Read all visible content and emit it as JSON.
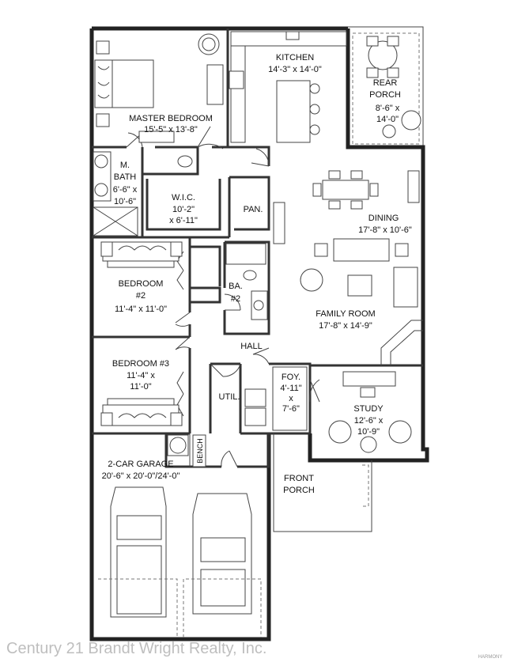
{
  "rooms": [
    {
      "name": "KITCHEN",
      "dims": "14'-3\" x 14'-0\""
    },
    {
      "name": "REAR",
      "name2": "PORCH",
      "dims": "8'-6\" x",
      "dims2": "14'-0\""
    },
    {
      "name": "MASTER BEDROOM",
      "dims": "15'-5\" x 13'-8\""
    },
    {
      "name": "M.",
      "name2": "BATH",
      "dims": "6'-6\" x",
      "dims2": "10'-6\""
    },
    {
      "name": "W.I.C.",
      "dims": "10'-2\"",
      "dims2": "x 6'-11\""
    },
    {
      "name": "PAN."
    },
    {
      "name": "DINING",
      "dims": "17'-8\" x 10'-6\""
    },
    {
      "name": "BEDROOM",
      "name2": "#2",
      "dims": "11'-4\" x 11'-0\""
    },
    {
      "name": "BA.",
      "name2": "#2"
    },
    {
      "name": "FAMILY ROOM",
      "dims": "17'-8\" x 14'-9\""
    },
    {
      "name": "HALL"
    },
    {
      "name": "BEDROOM #3",
      "dims": "11'-4\" x",
      "dims2": "11'-0\""
    },
    {
      "name": "UTIL."
    },
    {
      "name": "FOY.",
      "dims": "4'-11\"",
      "dims2": "x",
      "dims3": "7'-6\""
    },
    {
      "name": "STUDY",
      "dims": "12'-6\" x",
      "dims2": "10'-9\""
    },
    {
      "name": "2-CAR GARAGE",
      "dims": "20'-6\" x 20'-0\"/24'-0\""
    },
    {
      "name": "BENCH"
    },
    {
      "name": "FRONT",
      "name2": "PORCH"
    }
  ],
  "watermark": "Century 21 Brandt Wright Realty, Inc.",
  "corner_mark": "HARMONY"
}
